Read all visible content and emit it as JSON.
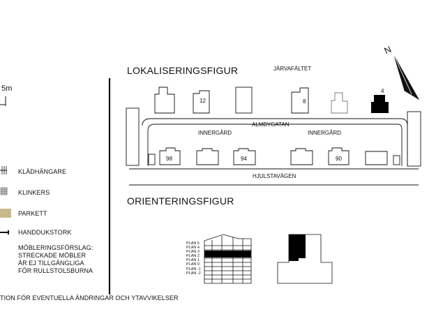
{
  "legend": {
    "scale_label": "5m",
    "items": [
      {
        "label": "KLÄDHÄNGARE",
        "icon": "hanger-icon"
      },
      {
        "label": "KLINKERS",
        "icon": "tile-grid-icon"
      },
      {
        "label": "PARKETT",
        "icon": "parquet-swatch-icon"
      },
      {
        "label": "HANDDUKSTORK",
        "icon": "towel-rail-icon"
      }
    ],
    "furniture_note": [
      "MÖBLERINGSFÖRSLAG:",
      "STRECKADE MÖBLER",
      "ÄR EJ TILLGÄNGLIGA",
      "FÖR RULLSTOLSBURNA"
    ],
    "parquet_color": "#c9b98a"
  },
  "footer_note": "TION FÖR EVENTUELLA ÄNDRINGAR OCH YTAVVIKELSER",
  "location_figure": {
    "title": "LOKALISERINGSFIGUR",
    "north_label": "N",
    "area_label": "JÄRVAFÄLTET",
    "street_north": "ALMBYGATAN",
    "street_south": "HJULSTAVÄGEN",
    "courtyard_left": "INNERGÅRD",
    "courtyard_right": "INNERGÅRD",
    "building_numbers": {
      "b12": "12",
      "b8": "8",
      "b4": "4",
      "b98": "98",
      "b94": "94",
      "b90": "90"
    },
    "highlight_color": "#000000"
  },
  "orientation_figure": {
    "title": "ORIENTERINGSFIGUR",
    "floors": [
      "PLAN 5",
      "PLAN 4",
      "PLAN 3",
      "PLAN 2",
      "PLAN 1",
      "PLAN 0",
      "PLAN -1",
      "PLAN -2"
    ],
    "highlighted_floor": "PLAN 3"
  }
}
